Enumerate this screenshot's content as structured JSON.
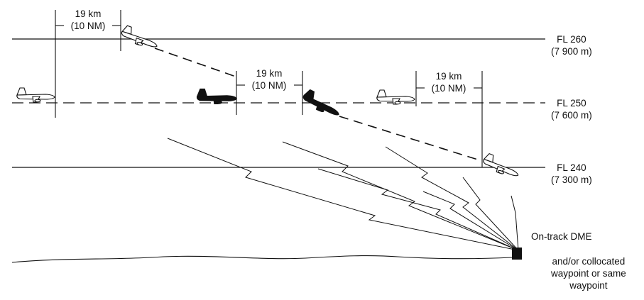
{
  "levels": {
    "fl260": {
      "name": "FL 260",
      "metric": "(7 900 m)"
    },
    "fl250": {
      "name": "FL 250",
      "metric": "(7 600 m)"
    },
    "fl240": {
      "name": "FL 240",
      "metric": "(7 300 m)"
    }
  },
  "separations": [
    {
      "km": "19 km",
      "nm": "(10 NM)"
    },
    {
      "km": "19 km",
      "nm": "(10 NM)"
    },
    {
      "km": "19 km",
      "nm": "(10 NM)"
    }
  ],
  "station": {
    "label": "On-track DME",
    "sublabel": [
      "and/or collocated",
      "waypoint or same",
      "waypoint"
    ]
  },
  "colors": {
    "ink": "#111111",
    "background": "#ffffff"
  }
}
